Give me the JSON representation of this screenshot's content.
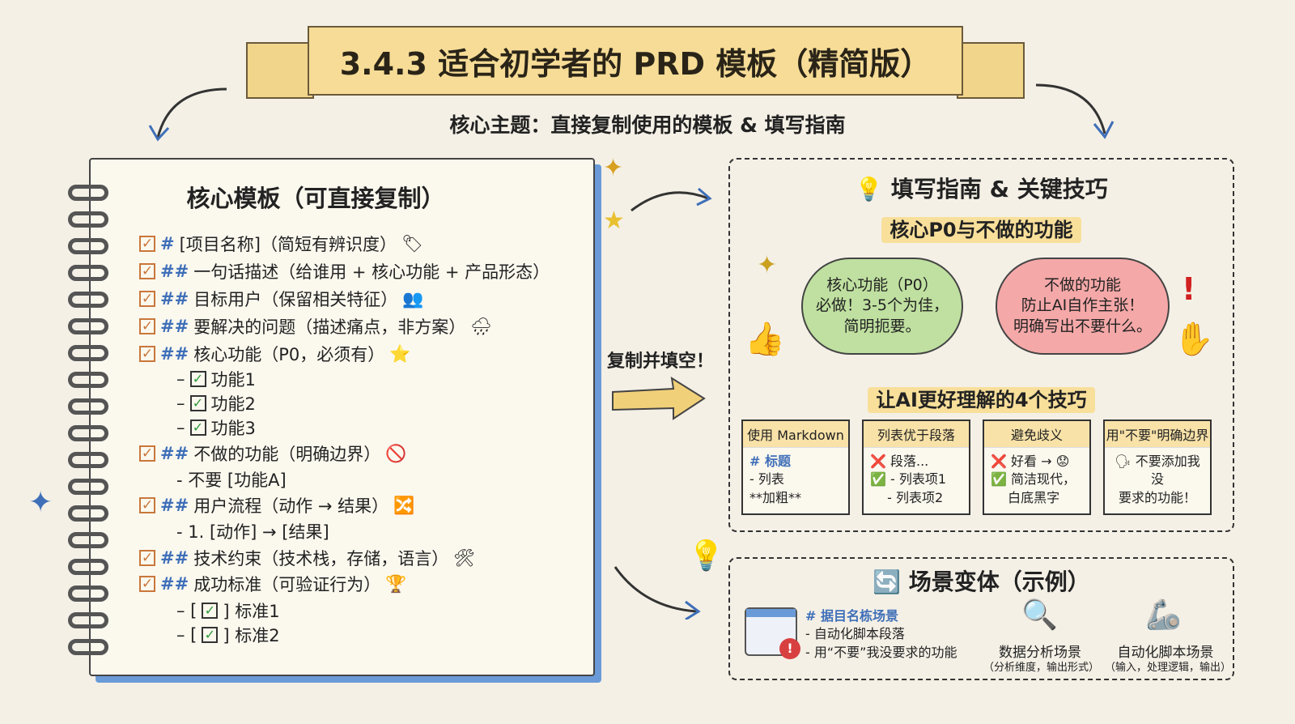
{
  "title": "3.4.3 适合初学者的 PRD 模板（精简版）",
  "subtitle": "核心主题：直接复制使用的模板 & 填写指南",
  "template": {
    "title": "核心模板（可直接复制）",
    "items": [
      {
        "hash": "#",
        "text": "[项目名称]（简短有辨识度）",
        "icon": "tag-icon",
        "glyph": "🏷"
      },
      {
        "hash": "##",
        "text": "一句话描述（给谁用 + 核心功能 + 产品形态）"
      },
      {
        "hash": "##",
        "text": "目标用户（保留相关特征）",
        "icon": "users-icon",
        "glyph": "👥"
      },
      {
        "hash": "##",
        "text": "要解决的问题（描述痛点，非方案）",
        "icon": "rain-cloud-icon",
        "glyph": "🌧"
      },
      {
        "hash": "##",
        "text": "核心功能（P0，必须有）",
        "icon": "star-icon",
        "glyph": "⭐"
      },
      {
        "hash": "##",
        "text": "不做的功能（明确边界）",
        "icon": "no-entry-icon",
        "glyph": "🚫"
      },
      {
        "hash": "##",
        "text": "用户流程（动作 → 结果）",
        "icon": "flow-arrows-icon",
        "glyph": "🔀"
      },
      {
        "hash": "##",
        "text": "技术约束（技术栈，存储，语言）",
        "icon": "tools-icon",
        "glyph": "🛠"
      },
      {
        "hash": "##",
        "text": "成功标准（可验证行为）",
        "icon": "trophy-icon",
        "glyph": "🏆"
      }
    ],
    "features": [
      "功能1",
      "功能2",
      "功能3"
    ],
    "not_do": "- 不要 [功能A]",
    "flow": "- 1. [动作] → [结果]",
    "criteria": [
      "] 标准1",
      "] 标准2"
    ]
  },
  "middle_label": "复制并填空！",
  "guide": {
    "title": "填写指南 & 关键技巧",
    "section1": "核心P0与不做的功能",
    "cloud_p0": [
      "核心功能（P0）",
      "必做！3-5个为佳，",
      "简明扼要。"
    ],
    "cloud_not": [
      "不做的功能",
      "防止AI自作主张！",
      "明确写出不要什么。"
    ],
    "section2": "让AI更好理解的4个技巧",
    "tips": [
      {
        "title": "使用 Markdown",
        "lines": [
          "# 标题",
          "- 列表",
          "**加粗**"
        ]
      },
      {
        "title": "列表优于段落",
        "lines": [
          "❌ 段落...",
          "✅ - 列表项1",
          "　 - 列表项2"
        ]
      },
      {
        "title": "避免歧义",
        "lines": [
          "❌ 好看 → 😟",
          "✅ 简洁现代，",
          "　 白底黑字"
        ]
      },
      {
        "title": "用\"不要\"明确边界",
        "lines": [
          "🗣 不要添加我没",
          "要求的功能！"
        ]
      }
    ]
  },
  "scenarios": {
    "title": "场景变体（示例）",
    "example_lines": [
      "# 据目名栋场景",
      "- 自动化脚本段落",
      "- 用“不要”我没要求的功能"
    ],
    "data_analysis": {
      "name": "数据分析场景",
      "note": "（分析维度，输出形式）"
    },
    "automation": {
      "name": "自动化脚本场景",
      "note": "（输入，处理逻辑，输出）"
    }
  },
  "colors": {
    "background": "#f4f0e6",
    "banner": "#f6dc96",
    "accent_blue": "#3f6fb8",
    "check_orange": "#c9773a",
    "cloud_green": "#bfe0a0",
    "cloud_red": "#f5a8a8",
    "notebook_shadow": "#6a9bd8"
  }
}
